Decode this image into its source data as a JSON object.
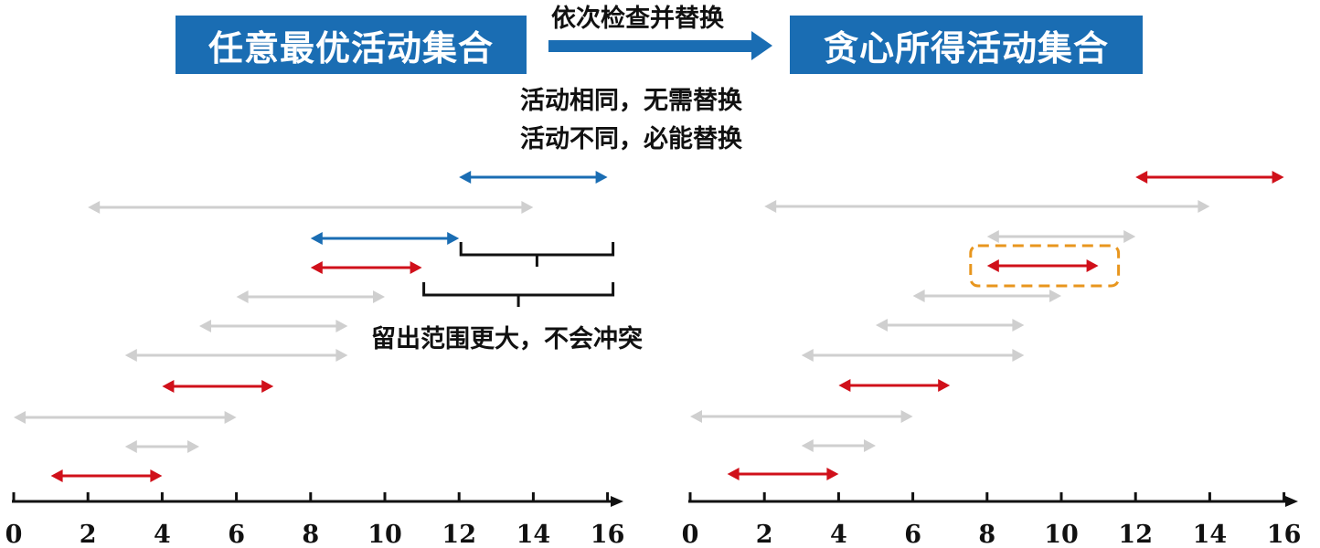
{
  "header": {
    "left_title": "任意最优活动集合",
    "right_title": "贪心所得活动集合",
    "arrow_label": "依次检查并替换"
  },
  "notes": {
    "line1": "活动相同，无需替换",
    "line2": "活动不同，必能替换",
    "brace_label": "留出范围更大，不会冲突"
  },
  "colors": {
    "selected": "#d0101a",
    "replacement": "#1a6db3",
    "unselected": "#cfcfcf",
    "title_box": "#1a6db3",
    "highlight": "#e8961e",
    "axis": "#111111"
  },
  "chart_data": [
    {
      "type": "interval-timeline",
      "name": "任意最优活动集合",
      "x_ticks": [
        0,
        2,
        4,
        6,
        8,
        10,
        12,
        14,
        16
      ],
      "xlim": [
        0,
        16
      ],
      "activities": [
        {
          "start": 1,
          "end": 4,
          "status": "selected"
        },
        {
          "start": 3,
          "end": 5,
          "status": "unselected"
        },
        {
          "start": 0,
          "end": 6,
          "status": "unselected"
        },
        {
          "start": 4,
          "end": 7,
          "status": "selected"
        },
        {
          "start": 3,
          "end": 9,
          "status": "unselected"
        },
        {
          "start": 5,
          "end": 9,
          "status": "unselected"
        },
        {
          "start": 6,
          "end": 10,
          "status": "unselected"
        },
        {
          "start": 8,
          "end": 11,
          "status": "selected"
        },
        {
          "start": 8,
          "end": 12,
          "status": "replacement"
        },
        {
          "start": 2,
          "end": 14,
          "status": "unselected"
        },
        {
          "start": 12,
          "end": 16,
          "status": "replacement"
        }
      ],
      "braces": [
        {
          "from": 12,
          "to": 16
        },
        {
          "from": 11,
          "to": 16
        }
      ]
    },
    {
      "type": "interval-timeline",
      "name": "贪心所得活动集合",
      "x_ticks": [
        0,
        2,
        4,
        6,
        8,
        10,
        12,
        14,
        16
      ],
      "xlim": [
        0,
        16
      ],
      "activities": [
        {
          "start": 1,
          "end": 4,
          "status": "selected"
        },
        {
          "start": 3,
          "end": 5,
          "status": "unselected"
        },
        {
          "start": 0,
          "end": 6,
          "status": "unselected"
        },
        {
          "start": 4,
          "end": 7,
          "status": "selected"
        },
        {
          "start": 3,
          "end": 9,
          "status": "unselected"
        },
        {
          "start": 5,
          "end": 9,
          "status": "unselected"
        },
        {
          "start": 6,
          "end": 10,
          "status": "unselected"
        },
        {
          "start": 8,
          "end": 11,
          "status": "selected",
          "highlighted": true
        },
        {
          "start": 8,
          "end": 12,
          "status": "unselected"
        },
        {
          "start": 2,
          "end": 14,
          "status": "unselected"
        },
        {
          "start": 12,
          "end": 16,
          "status": "selected"
        }
      ]
    }
  ]
}
